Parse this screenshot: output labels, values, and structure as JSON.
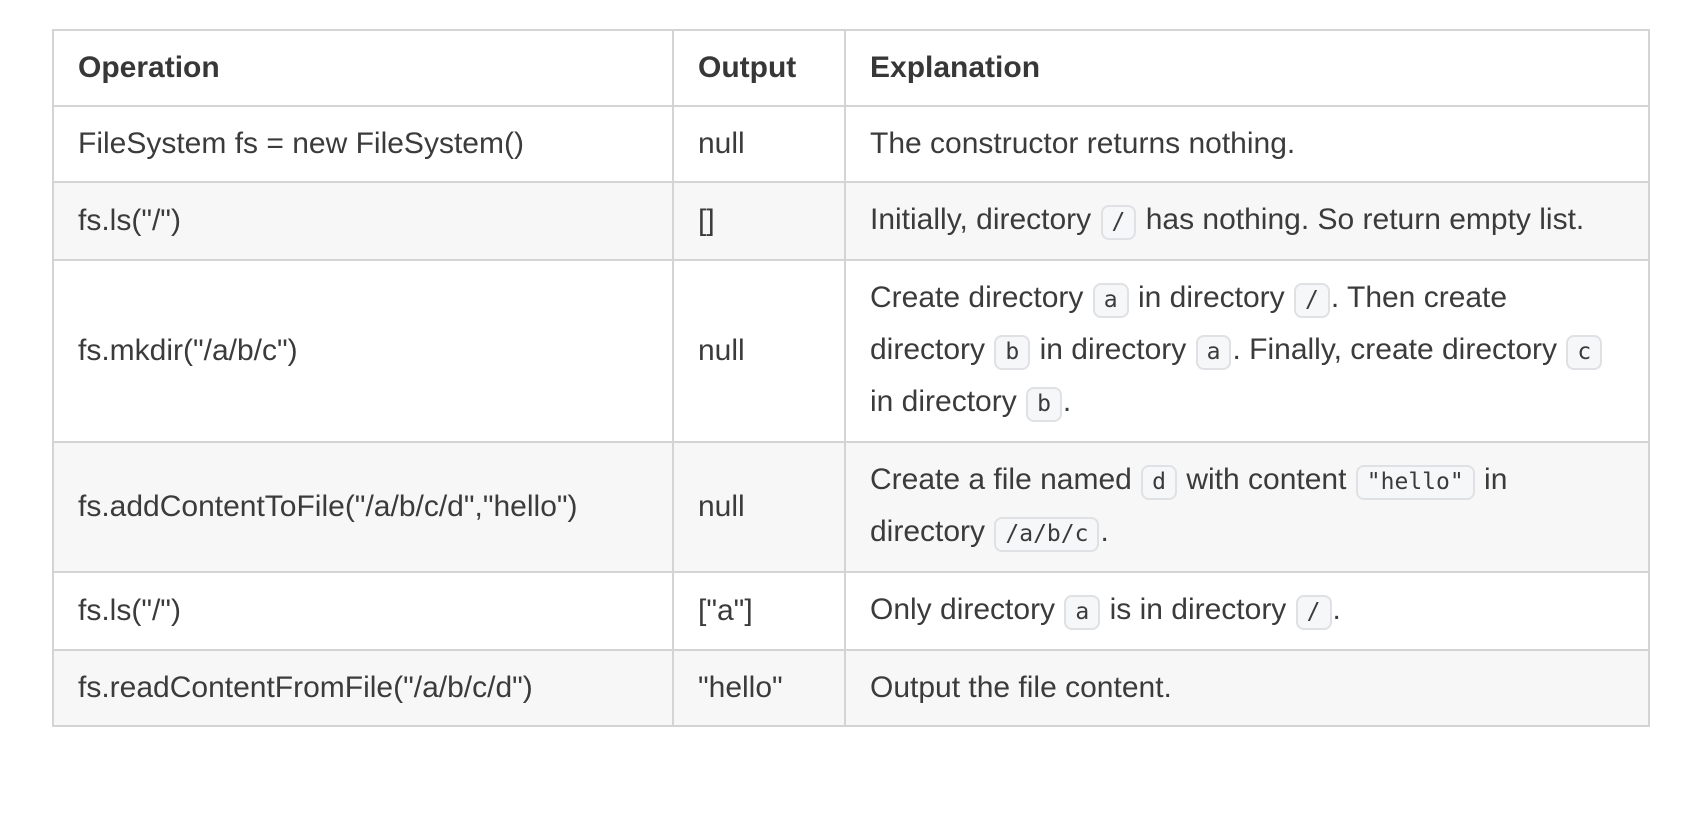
{
  "colors": {
    "text": "#3b3b3b",
    "table_border": "#d4d4d6",
    "row_stripe_background": "#f7f7f7",
    "inline_code_background": "#f6f7f8",
    "inline_code_border": "#e0e1e4"
  },
  "table": {
    "headers": [
      {
        "label": "Operation"
      },
      {
        "label": "Output"
      },
      {
        "label": "Explanation"
      }
    ],
    "rows": [
      {
        "operation": "FileSystem fs = new FileSystem()",
        "output": "null",
        "explanation": [
          {
            "type": "text",
            "text": "The constructor returns nothing."
          }
        ]
      },
      {
        "operation": "fs.ls(\"/\")",
        "output": "[]",
        "explanation": [
          {
            "type": "text",
            "text": "Initially, directory "
          },
          {
            "type": "code",
            "text": "/"
          },
          {
            "type": "text",
            "text": " has nothing. So return empty list."
          }
        ]
      },
      {
        "operation": "fs.mkdir(\"/a/b/c\")",
        "output": "null",
        "explanation": [
          {
            "type": "text",
            "text": "Create directory "
          },
          {
            "type": "code",
            "text": "a"
          },
          {
            "type": "text",
            "text": " in directory "
          },
          {
            "type": "code",
            "text": "/"
          },
          {
            "type": "text",
            "text": ". Then create directory "
          },
          {
            "type": "code",
            "text": "b"
          },
          {
            "type": "text",
            "text": " in directory "
          },
          {
            "type": "code",
            "text": "a"
          },
          {
            "type": "text",
            "text": ". Finally, create directory "
          },
          {
            "type": "code",
            "text": "c"
          },
          {
            "type": "text",
            "text": " in directory "
          },
          {
            "type": "code",
            "text": "b"
          },
          {
            "type": "text",
            "text": "."
          }
        ]
      },
      {
        "operation": "fs.addContentToFile(\"/a/b/c/d\",\"hello\")",
        "output": "null",
        "explanation": [
          {
            "type": "text",
            "text": "Create a file named "
          },
          {
            "type": "code",
            "text": "d"
          },
          {
            "type": "text",
            "text": " with content "
          },
          {
            "type": "code",
            "text": "\"hello\""
          },
          {
            "type": "text",
            "text": " in directory "
          },
          {
            "type": "code",
            "text": "/a/b/c"
          },
          {
            "type": "text",
            "text": "."
          }
        ]
      },
      {
        "operation": "fs.ls(\"/\")",
        "output": "[\"a\"]",
        "explanation": [
          {
            "type": "text",
            "text": "Only directory "
          },
          {
            "type": "code",
            "text": "a"
          },
          {
            "type": "text",
            "text": " is in directory "
          },
          {
            "type": "code",
            "text": "/"
          },
          {
            "type": "text",
            "text": "."
          }
        ]
      },
      {
        "operation": "fs.readContentFromFile(\"/a/b/c/d\")",
        "output": "\"hello\"",
        "explanation": [
          {
            "type": "text",
            "text": "Output the file content."
          }
        ]
      }
    ]
  }
}
